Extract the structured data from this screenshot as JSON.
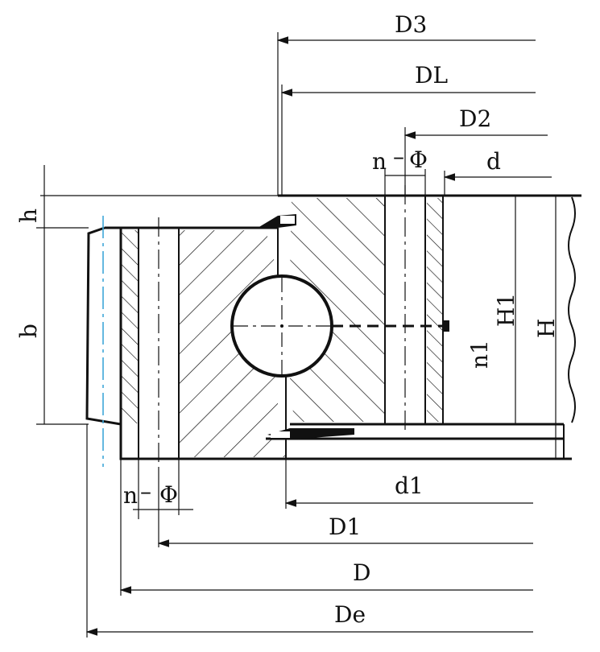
{
  "labels": {
    "D3": "D3",
    "DL": "DL",
    "D2": "D2",
    "n_top": "n",
    "phi_top": "Φ",
    "d": "d",
    "h": "h",
    "b": "b",
    "H1": "H1",
    "H": "H",
    "n1": "n1",
    "d1": "d1",
    "D1": "D1",
    "D": "D",
    "De": "De",
    "n_bottom": "n",
    "phi_bottom": "Φ"
  },
  "colors": {
    "line": "#111111",
    "centerline_blue": "#3fa7d8"
  }
}
